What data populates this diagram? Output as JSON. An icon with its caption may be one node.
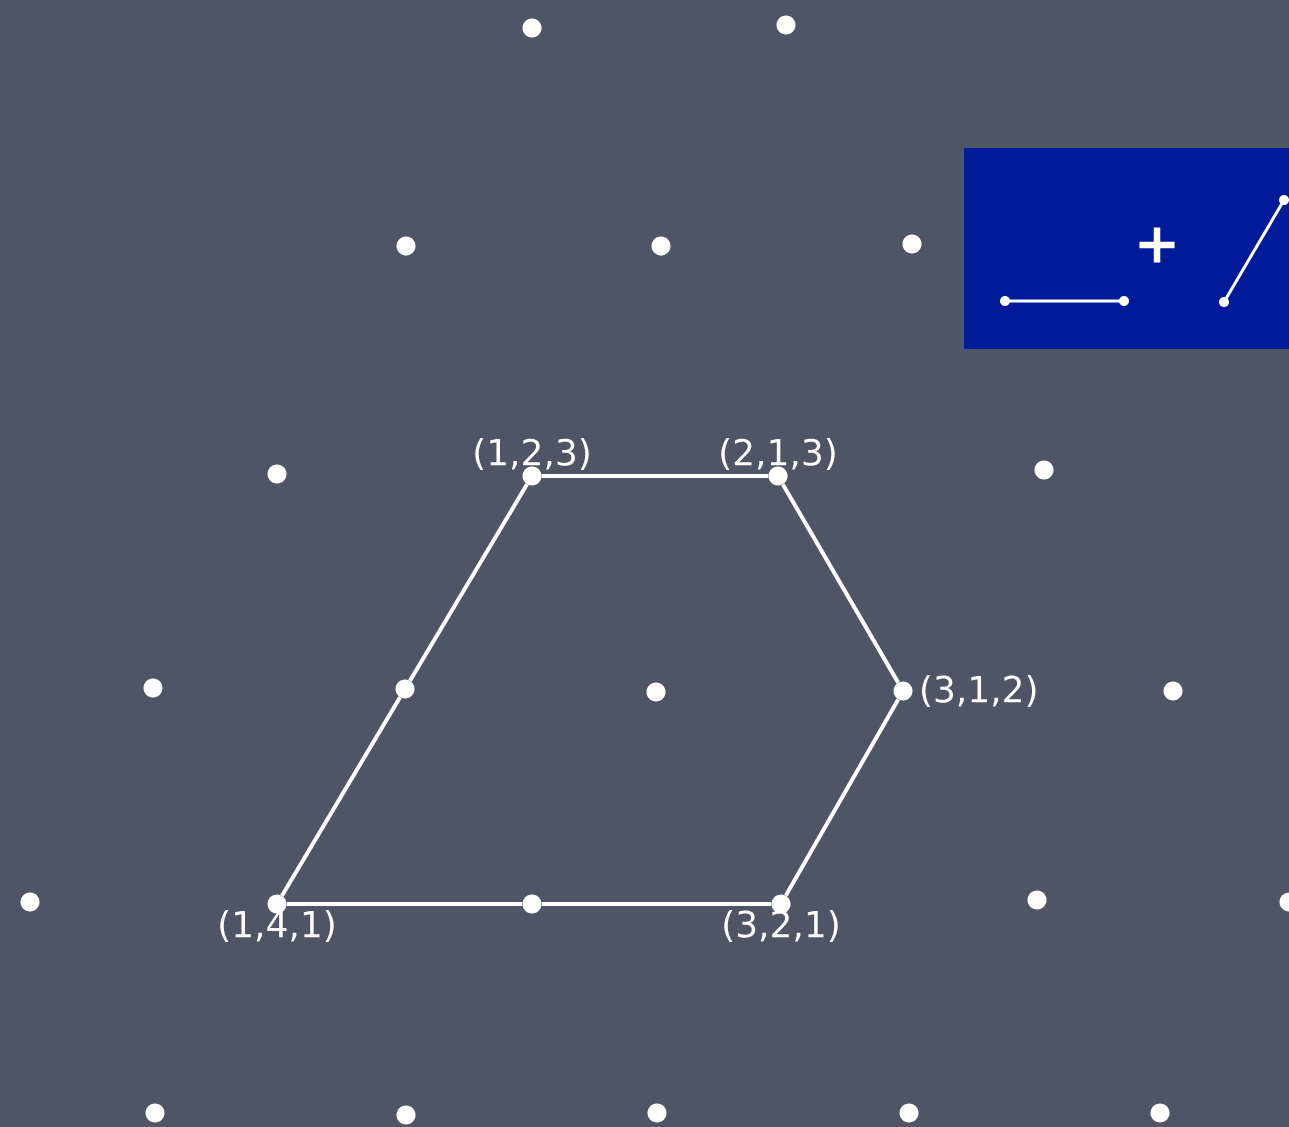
{
  "diagram": {
    "nodes": [
      {
        "text": [],
        "shape": "circle"
      },
      {
        "text": [],
        "shape": "circle"
      },
      {
        "text": [],
        "shape": "circle"
      },
      {
        "text": [],
        "shape": "circle"
      },
      {
        "text": [],
        "shape": "circle"
      },
      {
        "text": [],
        "shape": "circle"
      },
      {
        "text": [],
        "shape": "circle",
        "beside": [
          "(1,2,3)"
        ]
      },
      {
        "text": [],
        "shape": "circle",
        "beside": [
          "(2,1,3)"
        ]
      },
      {
        "text": [],
        "shape": "circle"
      },
      {
        "text": [],
        "shape": "circle"
      },
      {
        "text": [],
        "shape": "circle"
      },
      {
        "text": [],
        "shape": "circle"
      },
      {
        "text": [],
        "shape": "circle",
        "beside": [
          "(3,1,2)"
        ]
      },
      {
        "text": [],
        "shape": "circle"
      },
      {
        "text": [],
        "shape": "circle"
      },
      {
        "text": [],
        "shape": "circle",
        "beside": [
          "(1,4,1)"
        ]
      },
      {
        "text": [],
        "shape": "circle"
      },
      {
        "text": [],
        "shape": "circle",
        "beside": [
          "(3,2,1)"
        ]
      },
      {
        "text": [],
        "shape": "circle"
      },
      {
        "text": [],
        "shape": "circle"
      },
      {
        "text": [],
        "shape": "circle"
      },
      {
        "text": [],
        "shape": "circle"
      },
      {
        "text": [],
        "shape": "circle"
      },
      {
        "text": [],
        "shape": "circle"
      },
      {
        "text": [],
        "shape": "circle"
      },
      {
        "text": [
          "+"
        ]
      }
    ],
    "edges": [
      {
        "from": 6,
        "to": 7,
        "arrow": "none"
      },
      {
        "from": 7,
        "to": 12,
        "arrow": "none"
      },
      {
        "from": 12,
        "to": 17,
        "arrow": "none"
      },
      {
        "from": 17,
        "to": 16,
        "arrow": "none"
      },
      {
        "from": 16,
        "to": 15,
        "arrow": "none"
      },
      {
        "from": 15,
        "to": 10,
        "arrow": "none"
      },
      {
        "from": 10,
        "to": 6,
        "arrow": "none"
      }
    ]
  }
}
